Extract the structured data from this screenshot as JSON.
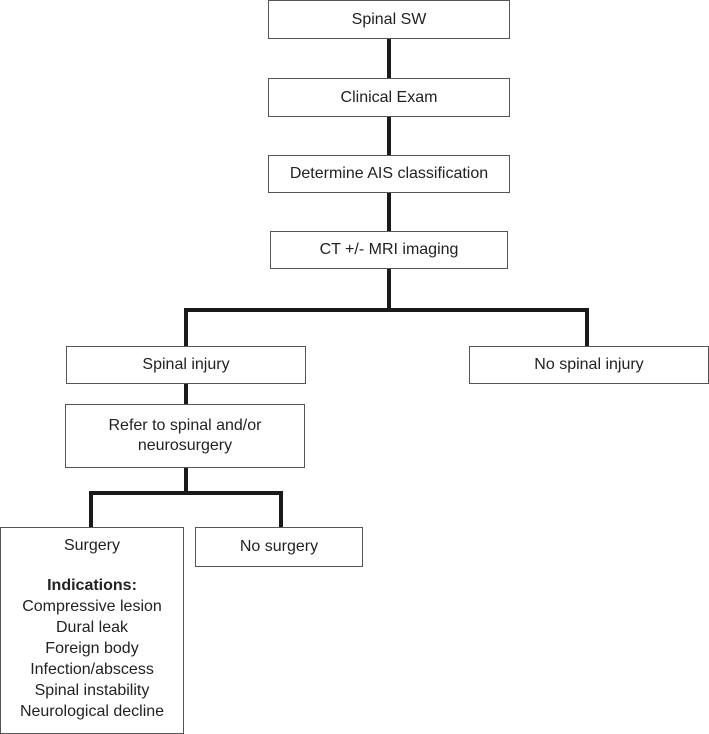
{
  "flowchart": {
    "spinal_sw": "Spinal SW",
    "clinical_exam": "Clinical Exam",
    "determine_ais": "Determine AIS classification",
    "imaging": "CT +/- MRI imaging",
    "spinal_injury": "Spinal injury",
    "no_spinal_injury": "No spinal injury",
    "refer": "Refer to spinal and/or neurosurgery",
    "surgery": "Surgery",
    "no_surgery": "No surgery",
    "indications_heading": "Indications:",
    "indications": [
      "Compressive lesion",
      "Dural leak",
      "Foreign body",
      "Infection/abscess",
      "Spinal instability",
      "Neurological decline"
    ]
  }
}
